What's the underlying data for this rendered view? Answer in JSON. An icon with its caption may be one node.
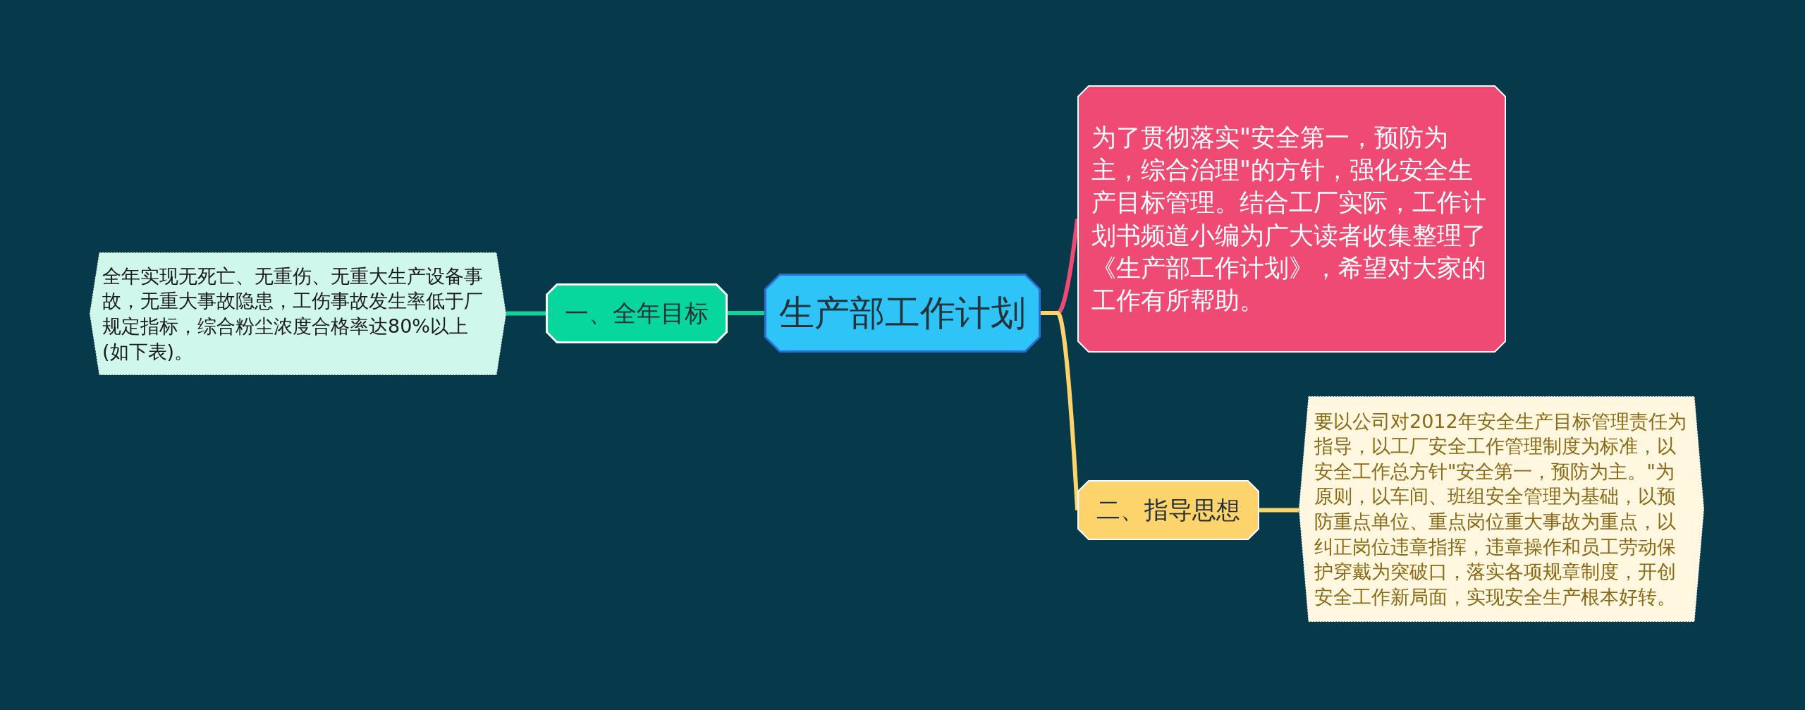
{
  "diagram": {
    "nodes": [
      {
        "text": [
          "生产部工作计划"
        ]
      },
      {
        "text": [
          "一、全年目标"
        ]
      },
      {
        "text": [
          "全年实现无死亡、无重伤、无重大生产设备事故，无重大事故隐患，工伤事故发生率低于厂规定指标，综合粉尘浓度合格率达80%以上(如下表)。"
        ]
      },
      {
        "text": [
          "为了贯彻落实\"安全第一，预防为主，综合治理\"的方针，强化安全生产目标管理。结合工厂实际，工作计划书频道小编为广大读者收集整理了《生产部工作计划》，希望对大家的工作有所帮助。"
        ]
      },
      {
        "text": [
          "二、指导思想"
        ]
      },
      {
        "text": [
          "要以公司对2012年安全生产目标管理责任为指导，以工厂安全工作管理制度为标准，以安全工作总方针\"安全第一，预防为主。\"为原则，以车间、班组安全管理为基础，以预防重点单位、重点岗位重大事故为重点，以纠正岗位违章指挥，违章操作和员工劳动保护穿戴为突破口，落实各项规章制度，开创安全工作新局面，实现安全生产根本好转。"
        ]
      }
    ],
    "edges": [
      {
        "from": 0,
        "to": 1,
        "arrow": "none",
        "color": "#0bd39a"
      },
      {
        "from": 1,
        "to": 2,
        "arrow": "none",
        "color": "#0bd39a"
      },
      {
        "from": 0,
        "to": 3,
        "arrow": "none",
        "color": "#ef4a73"
      },
      {
        "from": 0,
        "to": 4,
        "arrow": "none",
        "color": "#fdd36b"
      },
      {
        "from": 4,
        "to": 5,
        "arrow": "none",
        "color": "#fdd36b"
      }
    ]
  }
}
